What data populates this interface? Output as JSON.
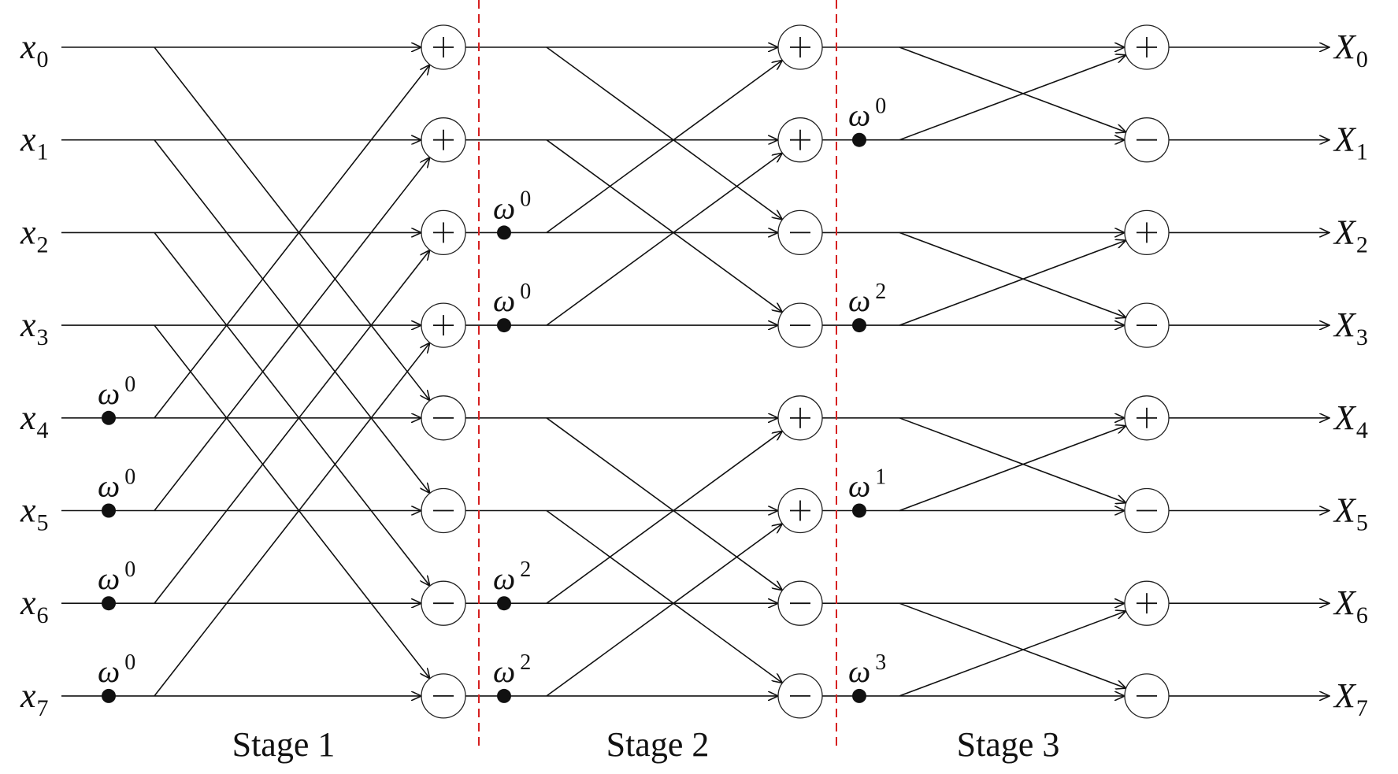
{
  "inputs": [
    {
      "base": "x",
      "sub": "0"
    },
    {
      "base": "x",
      "sub": "1"
    },
    {
      "base": "x",
      "sub": "2"
    },
    {
      "base": "x",
      "sub": "3"
    },
    {
      "base": "x",
      "sub": "4"
    },
    {
      "base": "x",
      "sub": "5"
    },
    {
      "base": "x",
      "sub": "6"
    },
    {
      "base": "x",
      "sub": "7"
    }
  ],
  "outputs": [
    {
      "base": "X",
      "sub": "0"
    },
    {
      "base": "X",
      "sub": "1"
    },
    {
      "base": "X",
      "sub": "2"
    },
    {
      "base": "X",
      "sub": "3"
    },
    {
      "base": "X",
      "sub": "4"
    },
    {
      "base": "X",
      "sub": "5"
    },
    {
      "base": "X",
      "sub": "6"
    },
    {
      "base": "X",
      "sub": "7"
    }
  ],
  "stages": [
    {
      "label": "Stage 1",
      "ops": [
        "+",
        "+",
        "+",
        "+",
        "−",
        "−",
        "−",
        "−"
      ]
    },
    {
      "label": "Stage 2",
      "ops": [
        "+",
        "+",
        "−",
        "−",
        "+",
        "+",
        "−",
        "−"
      ]
    },
    {
      "label": "Stage 3",
      "ops": [
        "+",
        "−",
        "+",
        "−",
        "+",
        "−",
        "+",
        "−"
      ]
    }
  ],
  "twiddles": [
    {
      "stage": 1,
      "row": 4,
      "symbol": "ω",
      "power": "0"
    },
    {
      "stage": 1,
      "row": 5,
      "symbol": "ω",
      "power": "0"
    },
    {
      "stage": 1,
      "row": 6,
      "symbol": "ω",
      "power": "0"
    },
    {
      "stage": 1,
      "row": 7,
      "symbol": "ω",
      "power": "0"
    },
    {
      "stage": 2,
      "row": 2,
      "symbol": "ω",
      "power": "0"
    },
    {
      "stage": 2,
      "row": 3,
      "symbol": "ω",
      "power": "0"
    },
    {
      "stage": 2,
      "row": 6,
      "symbol": "ω",
      "power": "2"
    },
    {
      "stage": 2,
      "row": 7,
      "symbol": "ω",
      "power": "2"
    },
    {
      "stage": 3,
      "row": 1,
      "symbol": "ω",
      "power": "0"
    },
    {
      "stage": 3,
      "row": 3,
      "symbol": "ω",
      "power": "2"
    },
    {
      "stage": 3,
      "row": 5,
      "symbol": "ω",
      "power": "1"
    },
    {
      "stage": 3,
      "row": 7,
      "symbol": "ω",
      "power": "3"
    }
  ],
  "colors": {
    "wire": "#111111",
    "divider": "#d62020",
    "node_fill": "#ffffff"
  }
}
